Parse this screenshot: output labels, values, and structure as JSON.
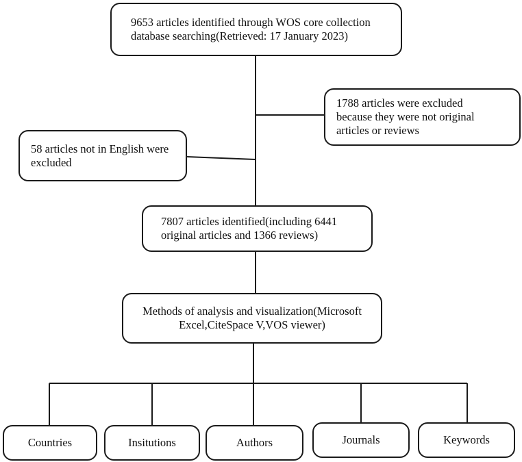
{
  "diagram": {
    "search_box": {
      "line1": "9653 articles identified through WOS core collection",
      "line2": "database searching(Retrieved: 17 January 2023)"
    },
    "excluded_type_box": {
      "line1": "1788 articles were excluded",
      "line2": "because they were not original",
      "line3": "articles or reviews"
    },
    "excluded_language_box": {
      "line1": "58 articles not in English were",
      "line2": "excluded"
    },
    "identified_box": {
      "line1": "7807 articles identified(including 6441",
      "line2": "original articles and 1366 reviews)"
    },
    "methods_box": {
      "line1": "Methods of analysis and visualization(Microsoft",
      "line2": "Excel,CiteSpace V,VOS viewer)"
    },
    "outputs": [
      "Countries",
      "Insitutions",
      "Authors",
      "Journals",
      "Keywords"
    ]
  }
}
